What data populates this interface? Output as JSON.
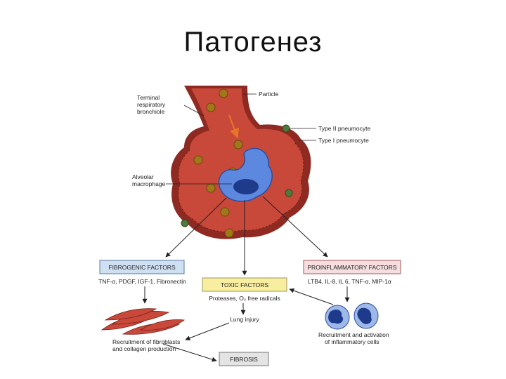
{
  "title": "Патогенез",
  "labels": {
    "bronchiole_1": "Terminal",
    "bronchiole_2": "respiratory",
    "bronchiole_3": "bronchiole",
    "particle": "Particle",
    "type2": "Type II pneumocyte",
    "type1": "Type I pneumocyte",
    "macrophage_1": "Alveolar",
    "macrophage_2": "macrophage"
  },
  "boxes": {
    "fibrogenic": "FIBROGENIC FACTORS",
    "proinflammatory": "PROINFLAMMATORY FACTORS",
    "toxic": "TOXIC FACTORS",
    "fibrosis": "FIBROSIS"
  },
  "texts": {
    "fibrogenic_list": "TNF-α, PDGF, IGF-1, Fibronectin",
    "proinflammatory_list": "LTB4, IL-8, IL 6, TNF-α, MIP-1α",
    "toxic_list": "Proteases, O₂ free radicals",
    "lung_injury": "Lung injury",
    "fibroblasts_1": "Recruitment of fibroblasts",
    "fibroblasts_2": "and collagen production",
    "activation_1": "Recruitment and activation",
    "activation_2": "of inflammatory cells"
  },
  "colors": {
    "tissue": "#c8483a",
    "tissue_dark": "#8e2a22",
    "particle": "#a0781a",
    "macrophage": "#3f6fd1",
    "fibrogenic_box": "#cfe0f2",
    "proinflammatory_box": "#f6dede",
    "toxic_box": "#f7eea0",
    "fibrosis_box": "#e4e4e4"
  }
}
